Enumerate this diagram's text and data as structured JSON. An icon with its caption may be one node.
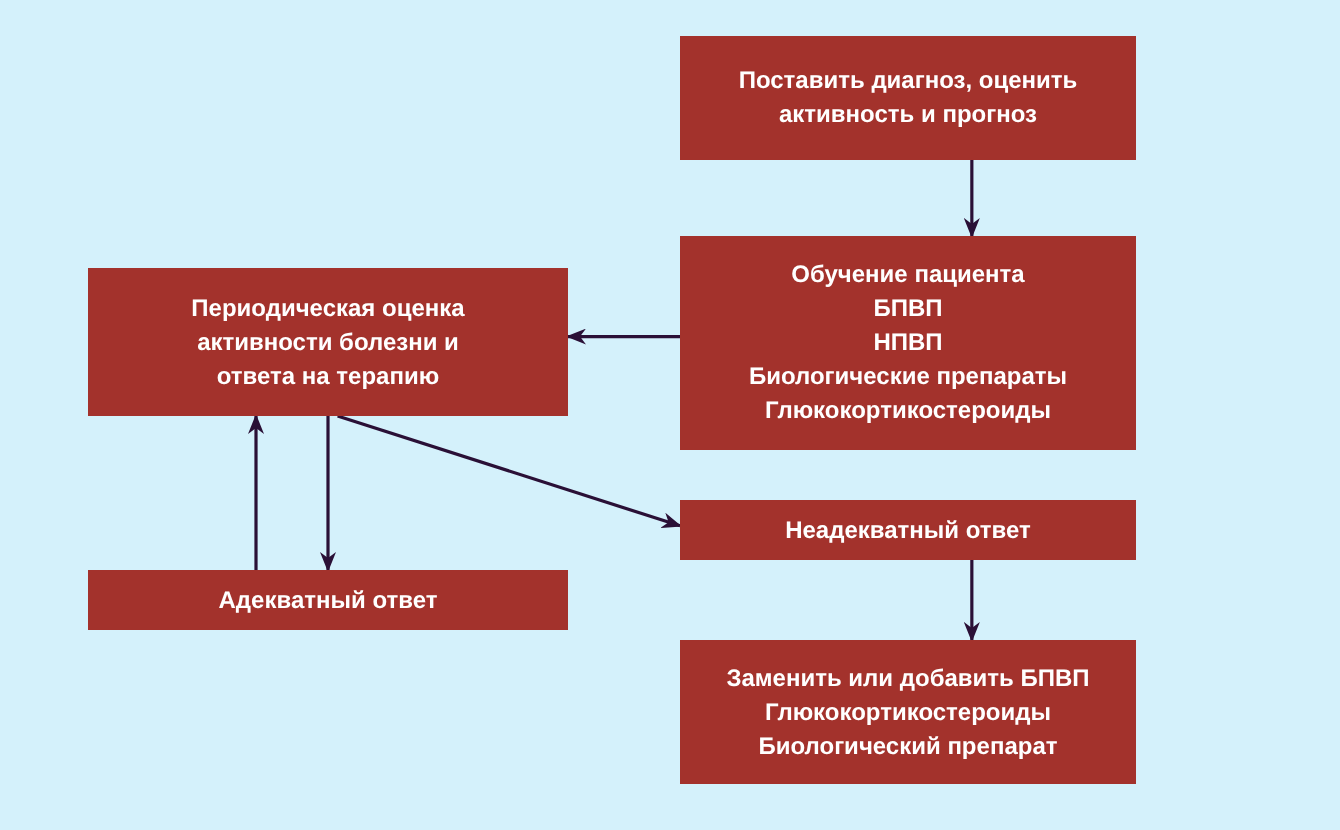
{
  "diagram": {
    "nodes": [
      {
        "text": [
          "Поставить диагноз, оценить активность и прогноз"
        ]
      },
      {
        "text": [
          "Обучение пациента",
          "БПВП",
          "НПВП",
          "Биологические препараты",
          "Глюкокортикостероиды"
        ]
      },
      {
        "text": [
          "Периодическая оценка активности болезни и ответа на терапию"
        ]
      },
      {
        "text": [
          "Неадекватный ответ"
        ]
      },
      {
        "text": [
          "Адекватный ответ"
        ]
      },
      {
        "text": [
          "Заменить или добавить БПВП",
          "Глюкокортикостероиды",
          "Биологический препарат"
        ]
      }
    ],
    "edges": [
      {
        "from": 0,
        "to": 1,
        "arrow": "to"
      },
      {
        "from": 1,
        "to": 2,
        "arrow": "to"
      },
      {
        "from": 2,
        "to": 3,
        "arrow": "to"
      },
      {
        "from": 4,
        "to": 2,
        "arrow": "to"
      },
      {
        "from": 2,
        "to": 4,
        "arrow": "to"
      },
      {
        "from": 3,
        "to": 5,
        "arrow": "to"
      }
    ]
  }
}
